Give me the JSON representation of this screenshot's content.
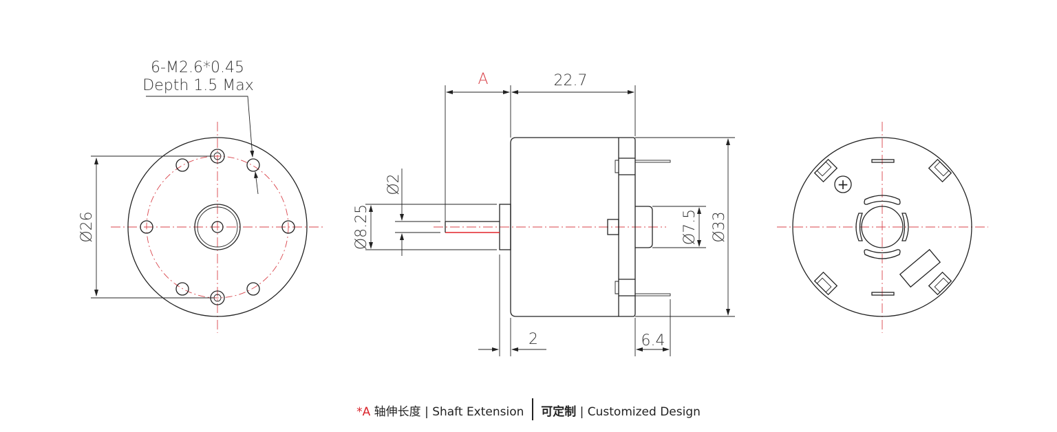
{
  "drawing": {
    "front_view": {
      "thread_note_line1": "6-M2.6*0.45",
      "thread_note_line2": "Depth 1.5 Max",
      "bolt_circle_dim": "Ø26"
    },
    "side_view": {
      "shaft_extension_dim": "A",
      "body_length_dim": "22.7",
      "shaft_dia_dim": "Ø2",
      "boss_dia_dim": "Ø8.25",
      "rear_boss_dia_dim": "Ø7.5",
      "body_dia_dim": "Ø33",
      "boss_length_dim": "2",
      "terminal_length_dim": "6.4"
    },
    "rear_view": {
      "plus_terminal_symbol": "+"
    }
  },
  "caption": {
    "marker": "*A",
    "cn_label_1": "轴伸长度",
    "sep_1": "|",
    "en_label_1": "Shaft Extension",
    "cn_label_2": "可定制",
    "sep_2": "|",
    "en_label_2": "Customized Design"
  },
  "colors": {
    "centerline": "#d9434a",
    "accent_red": "#d9232a",
    "line": "#222222"
  }
}
